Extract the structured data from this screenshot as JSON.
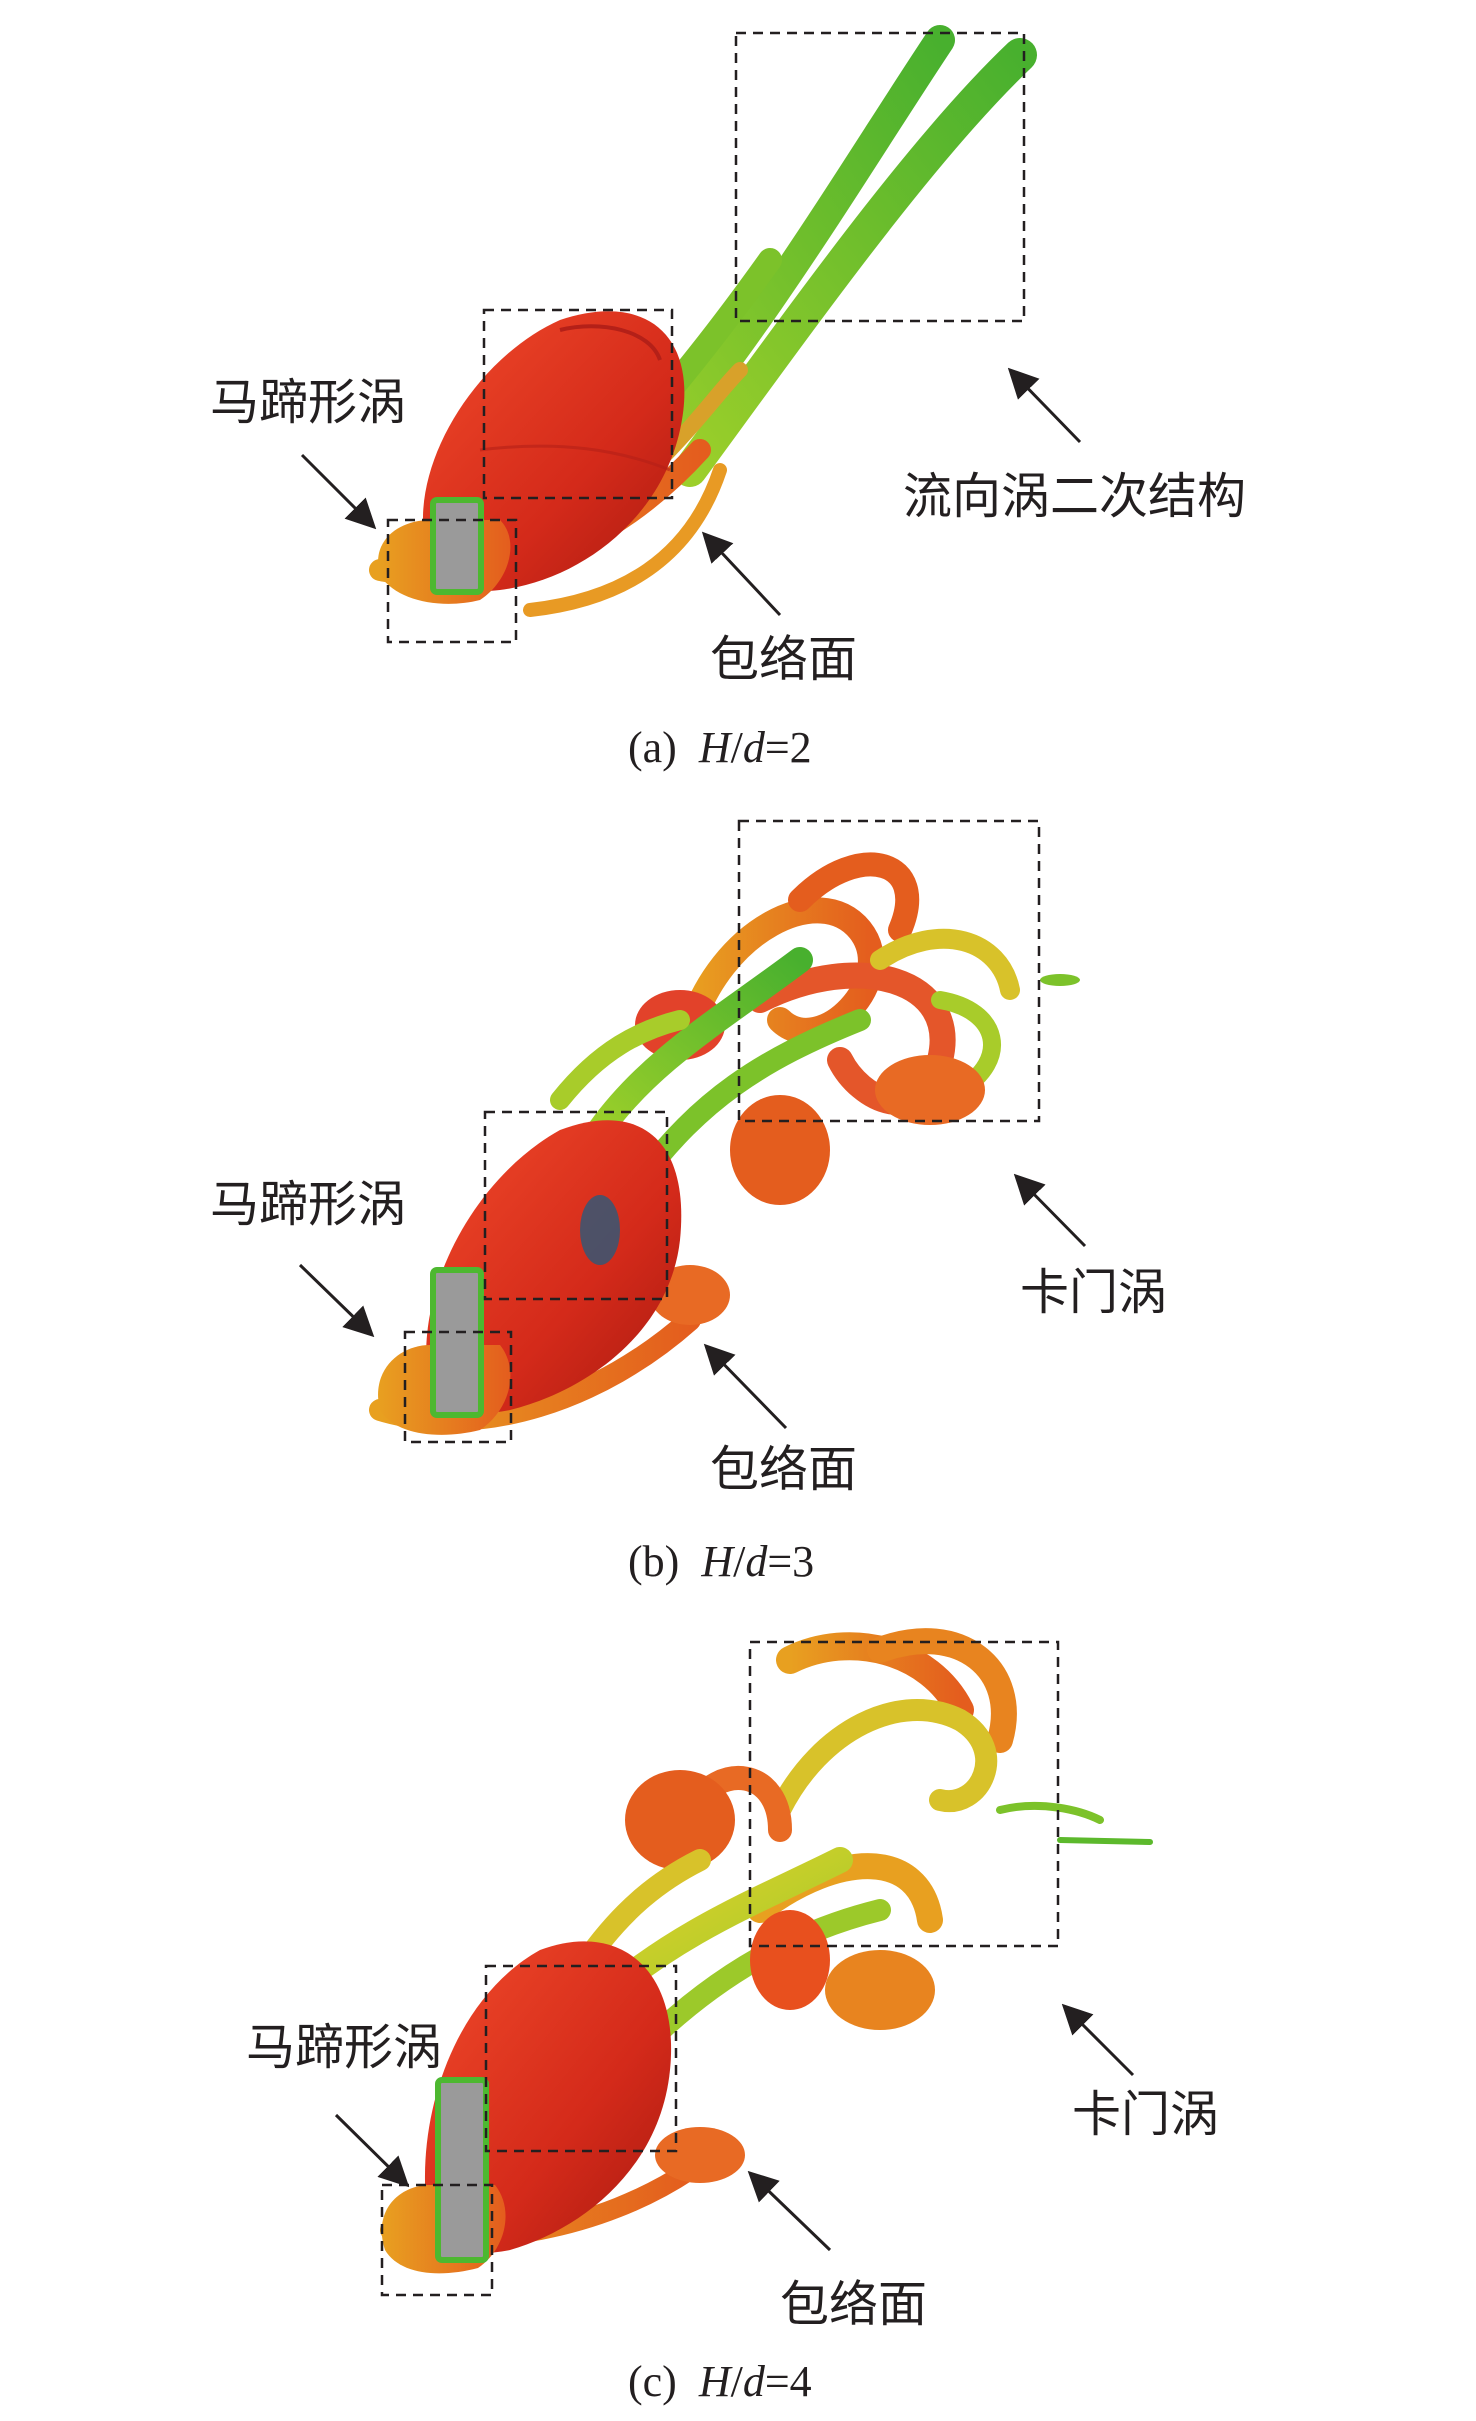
{
  "panels": [
    {
      "id": "a",
      "caption": {
        "prefix": "(a)",
        "var1": "H",
        "slash": "/",
        "var2": "d",
        "eq": "=2"
      },
      "labels": {
        "horseshoe": "马蹄形涡",
        "envelope": "包络面",
        "streamwise": "流向涡二次结构"
      }
    },
    {
      "id": "b",
      "caption": {
        "prefix": "(b)",
        "var1": "H",
        "slash": "/",
        "var2": "d",
        "eq": "=3"
      },
      "labels": {
        "horseshoe": "马蹄形涡",
        "envelope": "包络面",
        "karman": "卡门涡"
      }
    },
    {
      "id": "c",
      "caption": {
        "prefix": "(c)",
        "var1": "H",
        "slash": "/",
        "var2": "d",
        "eq": "=4"
      },
      "labels": {
        "horseshoe": "马蹄形涡",
        "envelope": "包络面",
        "karman": "卡门涡"
      }
    }
  ],
  "colors": {
    "vortex_red": "#d9301e",
    "vortex_orange": "#ec7b22",
    "vortex_yellow": "#d8d22a",
    "vortex_green": "#5cb92c",
    "cylinder_grey": "#9a9a9a",
    "annotation": "#231f20"
  }
}
